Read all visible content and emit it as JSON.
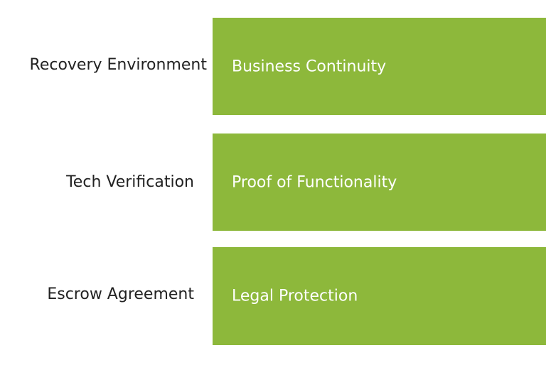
{
  "rows": [
    {
      "label": "Recovery Environment",
      "benefit": "Business Continuity"
    },
    {
      "label": "Tech Verification",
      "benefit": "Proof of Functionality"
    },
    {
      "label": "Escrow Agreement",
      "benefit": "Legal Protection"
    }
  ],
  "colors": {
    "box": "#8db83b",
    "label": "#222222",
    "box_text": "#ffffff"
  }
}
